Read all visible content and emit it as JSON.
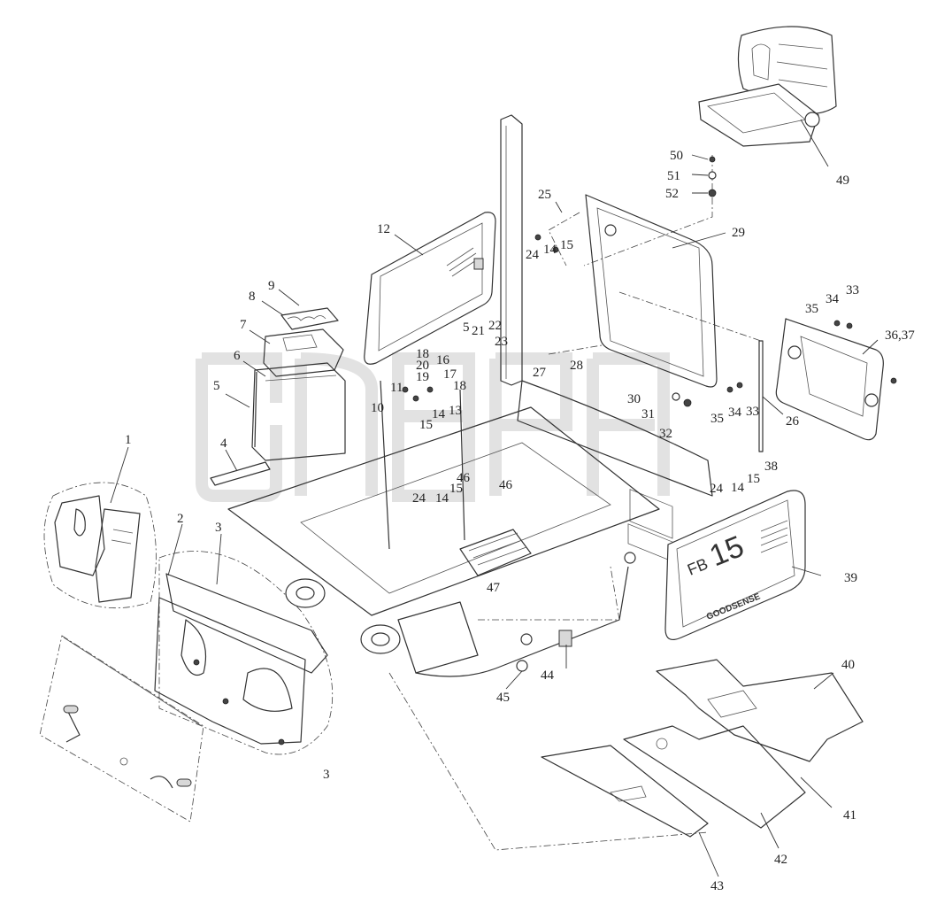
{
  "diagram": {
    "brand_text": "GOODSENSE",
    "model_badge": {
      "prefix": "FB",
      "number": "15"
    },
    "callouts": [
      {
        "id": "c1",
        "text": "1"
      },
      {
        "id": "c2",
        "text": "2"
      },
      {
        "id": "c3a",
        "text": "3"
      },
      {
        "id": "c3b",
        "text": "3"
      },
      {
        "id": "c4",
        "text": "4"
      },
      {
        "id": "c5a",
        "text": "5"
      },
      {
        "id": "c5b",
        "text": "5"
      },
      {
        "id": "c6",
        "text": "6"
      },
      {
        "id": "c7",
        "text": "7"
      },
      {
        "id": "c8",
        "text": "8"
      },
      {
        "id": "c9",
        "text": "9"
      },
      {
        "id": "c10",
        "text": "10"
      },
      {
        "id": "c11",
        "text": "11"
      },
      {
        "id": "c12",
        "text": "12"
      },
      {
        "id": "c13",
        "text": "13"
      },
      {
        "id": "c14a",
        "text": "14"
      },
      {
        "id": "c14b",
        "text": "14"
      },
      {
        "id": "c14c",
        "text": "14"
      },
      {
        "id": "c14d",
        "text": "14"
      },
      {
        "id": "c15a",
        "text": "15"
      },
      {
        "id": "c15b",
        "text": "15"
      },
      {
        "id": "c15c",
        "text": "15"
      },
      {
        "id": "c15d",
        "text": "15"
      },
      {
        "id": "c16",
        "text": "16"
      },
      {
        "id": "c17",
        "text": "17"
      },
      {
        "id": "c18a",
        "text": "18"
      },
      {
        "id": "c18b",
        "text": "18"
      },
      {
        "id": "c19",
        "text": "19"
      },
      {
        "id": "c20",
        "text": "20"
      },
      {
        "id": "c21",
        "text": "21"
      },
      {
        "id": "c22",
        "text": "22"
      },
      {
        "id": "c23",
        "text": "23"
      },
      {
        "id": "c24a",
        "text": "24"
      },
      {
        "id": "c24b",
        "text": "24"
      },
      {
        "id": "c24c",
        "text": "24"
      },
      {
        "id": "c25",
        "text": "25"
      },
      {
        "id": "c26",
        "text": "26"
      },
      {
        "id": "c27",
        "text": "27"
      },
      {
        "id": "c28",
        "text": "28"
      },
      {
        "id": "c29",
        "text": "29"
      },
      {
        "id": "c30",
        "text": "30"
      },
      {
        "id": "c31",
        "text": "31"
      },
      {
        "id": "c32",
        "text": "32"
      },
      {
        "id": "c33a",
        "text": "33"
      },
      {
        "id": "c33b",
        "text": "33"
      },
      {
        "id": "c34a",
        "text": "34"
      },
      {
        "id": "c34b",
        "text": "34"
      },
      {
        "id": "c35a",
        "text": "35"
      },
      {
        "id": "c35b",
        "text": "35"
      },
      {
        "id": "c3637",
        "text": "36,37"
      },
      {
        "id": "c38",
        "text": "38"
      },
      {
        "id": "c39",
        "text": "39"
      },
      {
        "id": "c40",
        "text": "40"
      },
      {
        "id": "c41",
        "text": "41"
      },
      {
        "id": "c42",
        "text": "42"
      },
      {
        "id": "c43",
        "text": "43"
      },
      {
        "id": "c44",
        "text": "44"
      },
      {
        "id": "c45",
        "text": "45"
      },
      {
        "id": "c46a",
        "text": "46"
      },
      {
        "id": "c46b",
        "text": "46"
      },
      {
        "id": "c47",
        "text": "47"
      },
      {
        "id": "c49",
        "text": "49"
      },
      {
        "id": "c50",
        "text": "50"
      },
      {
        "id": "c51",
        "text": "51"
      },
      {
        "id": "c52",
        "text": "52"
      }
    ]
  }
}
